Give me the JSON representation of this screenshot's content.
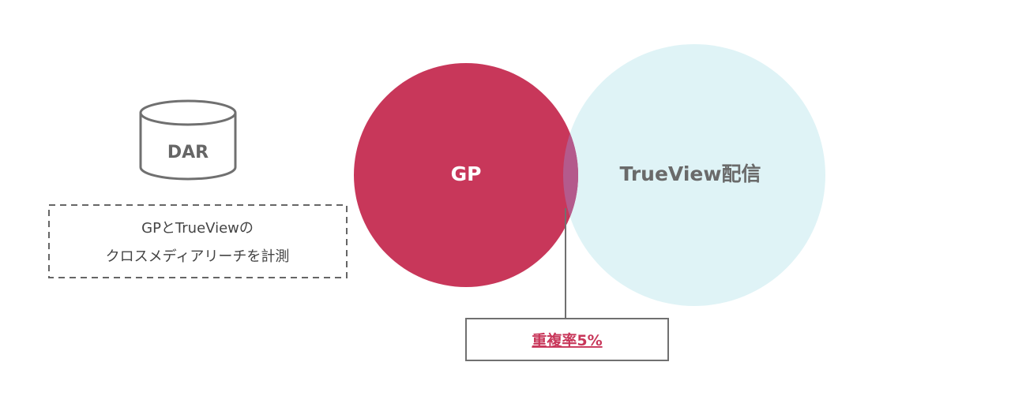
{
  "database": {
    "label": "DAR"
  },
  "note": {
    "line1": "GPとTrueViewの",
    "line2": "クロスメディアリーチを計測"
  },
  "venn": {
    "left_label": "GP",
    "right_label": "TrueView配信",
    "overlap_label": "重複率5%"
  },
  "colors": {
    "gp": "#c8375a",
    "trueview": "#dff3f6",
    "overlap": "#b45a8c",
    "overlap_text": "#c8375a"
  }
}
